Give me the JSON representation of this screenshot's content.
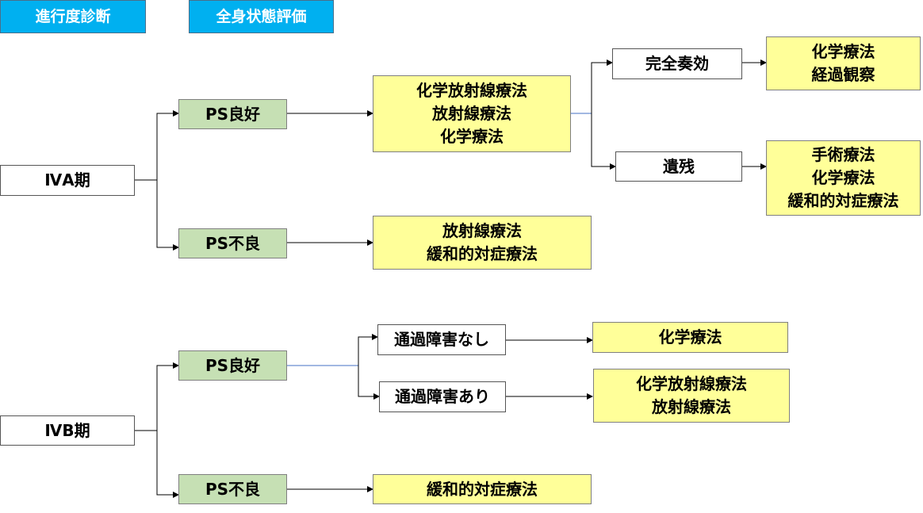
{
  "headers": {
    "stage_diagnosis": "進行度診断",
    "general_condition": "全身状態評価"
  },
  "iva": {
    "stage": "ⅣA期",
    "ps_good": "PS良好",
    "ps_good_treatment": [
      "化学放射線療法",
      "放射線療法",
      "化学療法"
    ],
    "complete_response": "完全奏効",
    "cr_treatment": [
      "化学療法",
      "経過観察"
    ],
    "residual": "遺残",
    "residual_treatment": [
      "手術療法",
      "化学療法",
      "緩和的対症療法"
    ],
    "ps_poor": "PS不良",
    "ps_poor_treatment": [
      "放射線療法",
      "緩和的対症療法"
    ]
  },
  "ivb": {
    "stage": "ⅣB期",
    "ps_good": "PS良好",
    "no_obstruction": "通過障害なし",
    "no_obstruction_treatment": [
      "化学療法"
    ],
    "obstruction": "通過障害あり",
    "obstruction_treatment": [
      "化学放射線療法",
      "放射線療法"
    ],
    "ps_poor": "PS不良",
    "ps_poor_treatment": [
      "緩和的対症療法"
    ]
  }
}
